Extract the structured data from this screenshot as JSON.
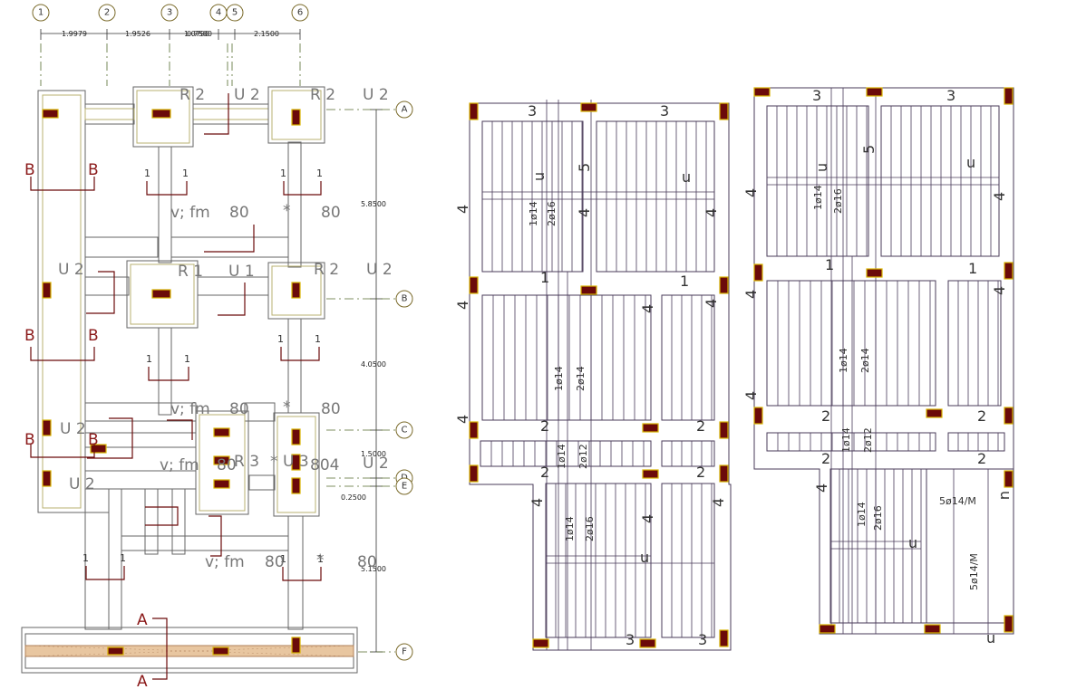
{
  "grid_columns": [
    "1",
    "2",
    "3",
    "4",
    "5",
    "6"
  ],
  "grid_rows": [
    "A",
    "B",
    "C",
    "D",
    "E",
    "F"
  ],
  "dims_top": [
    "1.9979",
    "1.9526",
    "1.0790",
    "2.1500"
  ],
  "dims_top_overlap": "0.7500",
  "dims_right": [
    "5.8500",
    "4.0500",
    "1.5000",
    "0.2500",
    "5.1500"
  ],
  "section_labels": {
    "b": "B",
    "a": "A",
    "one": "1"
  },
  "plan_labels": {
    "r2_a": "R 2",
    "u2_a": "U 2",
    "r2_b": "R 2",
    "u2_b": "U 2",
    "u2_left": "U 2",
    "r1": "R 1",
    "u1": "U 1",
    "r2_c": "R 2",
    "u2_c": "U 2",
    "vfm_1": "v; fm",
    "n80_1": "80",
    "n80_2": "80",
    "vfm_2": "v; fm",
    "n80_3": "80",
    "n80_4": "80",
    "u2_d": "U 2",
    "u2_e": "U 2",
    "vfm_3": "v; fm",
    "n80_5": "80",
    "r3": "R 3",
    "u3": "U 3",
    "n804": "804",
    "u2_f": "U 2",
    "vfm_4": "v; fm",
    "n80_6": "80",
    "n80_7": "80",
    "star": "*"
  },
  "rebar_labels": {
    "l1014": "1ø14",
    "l2016": "2ø16",
    "l2014": "2ø14",
    "l2012": "2ø12",
    "l5014m": "5ø14/M",
    "l5014m_h": "5ø14/M"
  },
  "slab_marks": {
    "s1": "1",
    "s2": "2",
    "s3": "3",
    "s4": "4",
    "s5": "5",
    "u": "u"
  },
  "colors": {
    "column_fill": "#6b0a0a",
    "column_outline": "#d8b400",
    "section_red": "#8b1a1a",
    "slab_lines": "#4a3b5a"
  }
}
